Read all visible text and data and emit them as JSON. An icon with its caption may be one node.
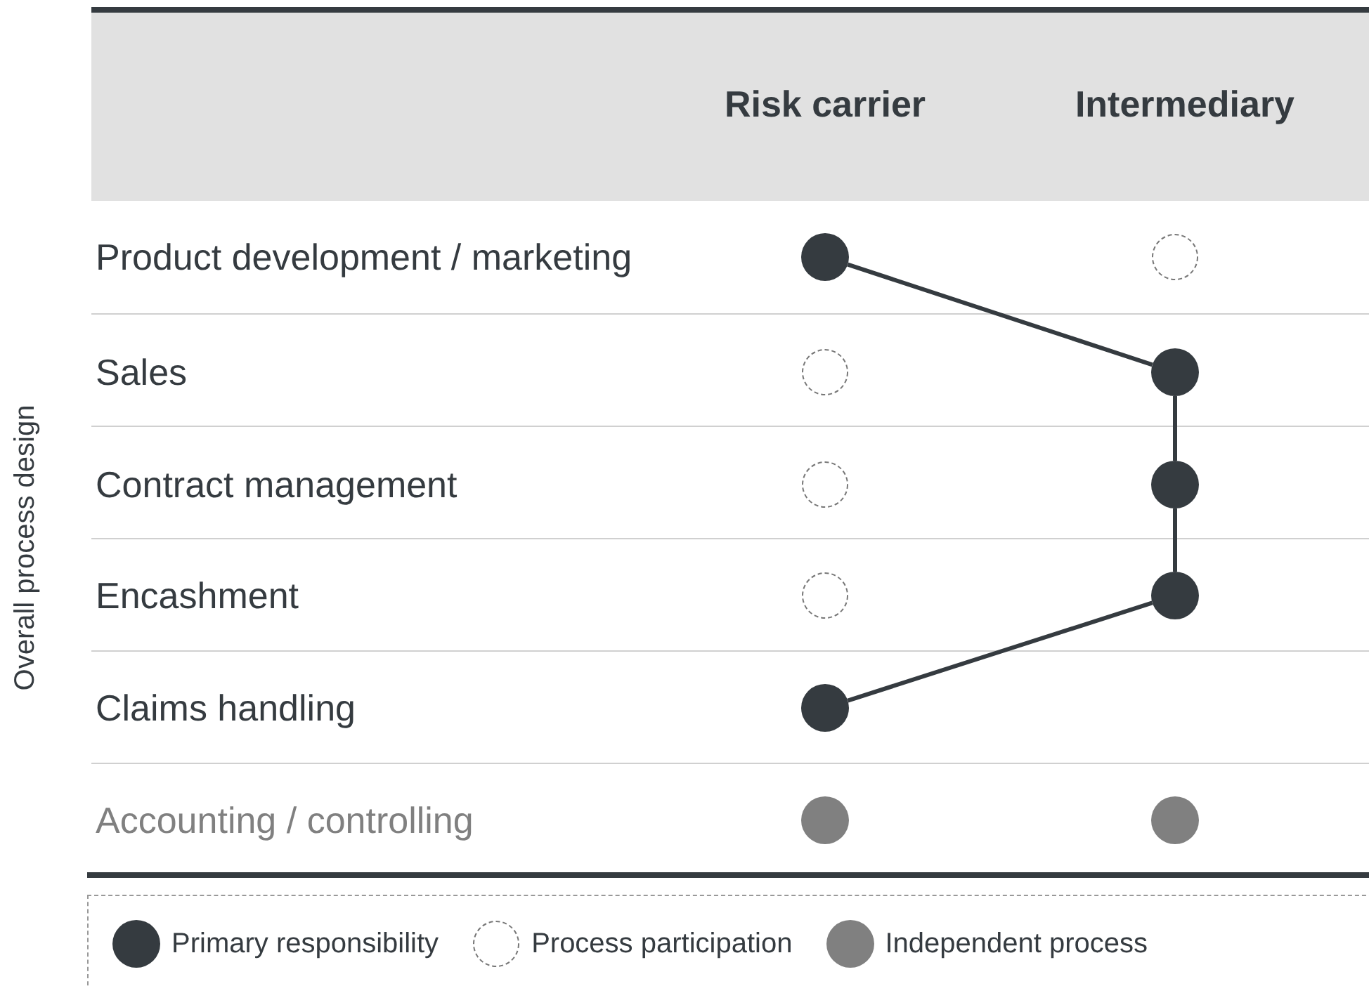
{
  "diagram": {
    "nodes": [
      {
        "text": [],
        "shape": "circle"
      },
      {
        "text": [],
        "shape": "circle"
      },
      {
        "text": [],
        "shape": "circle"
      },
      {
        "text": [],
        "shape": "circle"
      },
      {
        "text": [],
        "shape": "circle"
      },
      {
        "text": [],
        "shape": "circle"
      },
      {
        "text": [],
        "shape": "circle"
      },
      {
        "text": [],
        "shape": "circle"
      },
      {
        "text": [],
        "shape": "circle"
      },
      {
        "text": [],
        "shape": "circle"
      },
      {
        "text": [],
        "shape": "circle"
      }
    ],
    "edges": [
      {
        "from": 0,
        "to": 3,
        "arrow": "none"
      },
      {
        "from": 3,
        "to": 5,
        "arrow": "none"
      },
      {
        "from": 5,
        "to": 7,
        "arrow": "none"
      },
      {
        "from": 7,
        "to": 8,
        "arrow": "none"
      }
    ],
    "labels": [
      "Risk carrier",
      "Intermediary",
      "Overall process design",
      "Product development / marketing",
      "Sales",
      "Contract management",
      "Encashment",
      "Claims handling",
      "Accounting / controlling"
    ],
    "legend": [
      {
        "text": "Primary responsibility",
        "color": "#353b40"
      },
      {
        "text": "Process participation"
      },
      {
        "text": "Independent process",
        "color": "#808080"
      }
    ]
  }
}
